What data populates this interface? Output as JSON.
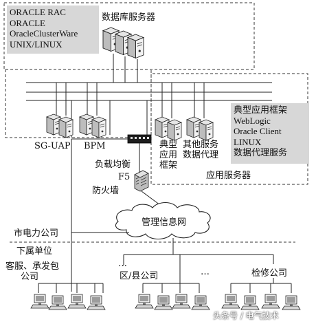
{
  "db_box": {
    "lines": [
      "ORACLE RAC",
      "ORACLE",
      "OracleClusterWare",
      "UNIX/LINUX"
    ]
  },
  "labels": {
    "db_server": "数据库服务器",
    "sg_uap": "SG-UAP",
    "bpm": "BPM",
    "typical_framework": [
      "典型",
      "应用",
      "框架"
    ],
    "other_services": [
      "其他服务",
      "数据代理"
    ],
    "app_server": "应用服务器",
    "load_balance": "负载均衡",
    "f5": "F5",
    "firewall": "防火墙",
    "mgmt_net": "管理信息网",
    "city_company": "市电力公司",
    "subordinate": "下属单位",
    "customer_service": [
      "客服、承发包",
      "公司"
    ],
    "ellipsis_left": "…",
    "county_company": "区/县公司",
    "ellipsis_right": "…",
    "maintenance_company": "检修公司"
  },
  "app_box": {
    "lines": [
      "典型应用框架",
      "WebLogic",
      "Oracle Client",
      "LINUX",
      "数据代理服务"
    ]
  },
  "watermark": "头条号 / 电气技术"
}
